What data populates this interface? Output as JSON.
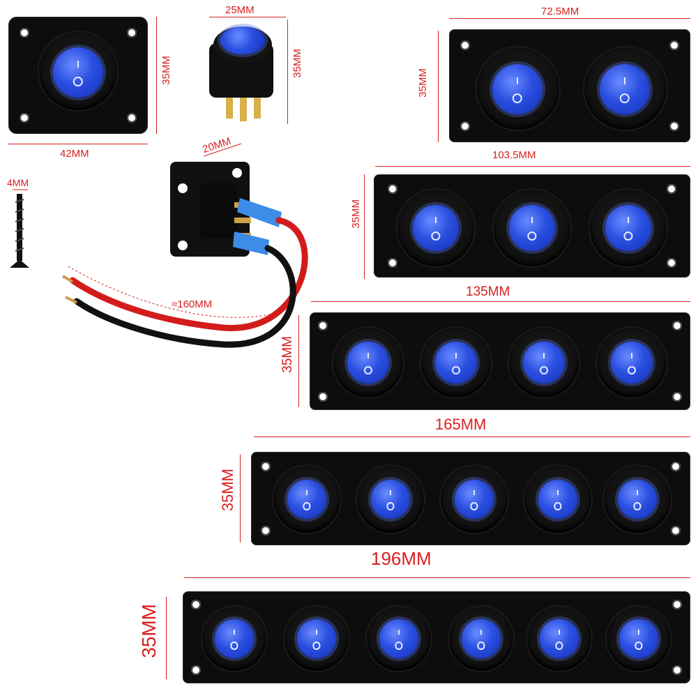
{
  "labels": {
    "single_width": "42MM",
    "single_height": "35MM",
    "switch_width": "25MM",
    "switch_height": "35MM",
    "depth": "20MM",
    "screw": "4MM",
    "wire": "≈160MM",
    "panel2_width": "72.5MM",
    "panel2_height": "35MM",
    "panel3_width": "103.5MM",
    "panel3_height": "35MM",
    "panel4_width": "135MM",
    "panel4_height": "35MM",
    "panel5_width": "165MM",
    "panel5_height": "35MM",
    "panel6_width": "196MM",
    "panel6_height": "35MM"
  },
  "colors": {
    "dimension": "#d92020",
    "panel": "#0d0d0d",
    "rocker": "#2a4fe0",
    "wire_red": "#d21c1c",
    "wire_black": "#111111"
  }
}
